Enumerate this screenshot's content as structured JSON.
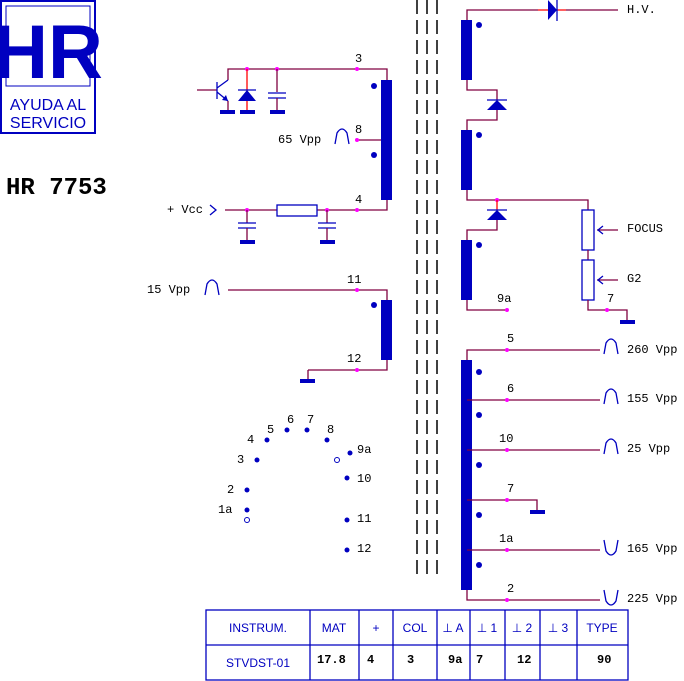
{
  "logo": {
    "brand": "HR",
    "line1": "AYUDA AL",
    "line2": "SERVICIO"
  },
  "model": "HR 7753",
  "primary": {
    "pins": [
      "3",
      "8",
      "4"
    ],
    "pulse_label": "65 Vpp",
    "supply_label": "+ Vcc"
  },
  "aux": {
    "pins": [
      "11",
      "12"
    ],
    "pulse_label": "15 Vpp"
  },
  "hv": {
    "hv_label": "H.V.",
    "focus_label": "FOCUS",
    "g2_label": "G2",
    "pin_9a": "9a",
    "pin_7": "7"
  },
  "secondary": [
    {
      "pin": "5",
      "label": "260 Vpp"
    },
    {
      "pin": "6",
      "label": "155 Vpp"
    },
    {
      "pin": "10",
      "label": "25 Vpp"
    },
    {
      "pin": "7",
      "label": ""
    },
    {
      "pin": "1a",
      "label": "165 Vpp"
    },
    {
      "pin": "2",
      "label": "225 Vpp"
    }
  ],
  "pinout": [
    "1a",
    "2",
    "3",
    "4",
    "5",
    "6",
    "7",
    "8",
    "9a",
    "10",
    "11",
    "12"
  ],
  "table": {
    "headers": [
      "INSTRUM.",
      "MAT",
      "+",
      "COL",
      "⊥ A",
      "⊥ 1",
      "⊥ 2",
      "⊥ 3",
      "TYPE"
    ],
    "values": [
      "STVDST-01",
      "17.8",
      "4",
      "3",
      "9a",
      "7",
      "12",
      "",
      "90"
    ]
  }
}
